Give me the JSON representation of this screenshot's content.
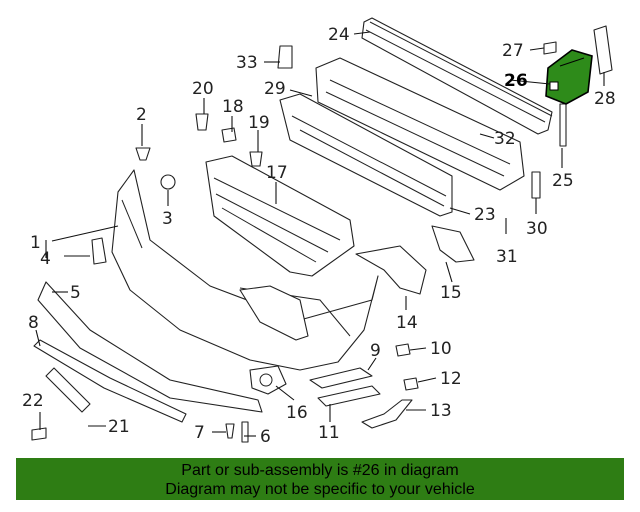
{
  "callouts": {
    "c1": "1",
    "c2": "2",
    "c3": "3",
    "c4": "4",
    "c5": "5",
    "c6": "6",
    "c7": "7",
    "c8": "8",
    "c9": "9",
    "c10": "10",
    "c11": "11",
    "c12": "12",
    "c13": "13",
    "c14": "14",
    "c15": "15",
    "c16": "16",
    "c17": "17",
    "c18": "18",
    "c19": "19",
    "c20": "20",
    "c21": "21",
    "c22": "22",
    "c23": "23",
    "c24": "24",
    "c25": "25",
    "c26": "26",
    "c27": "27",
    "c28": "28",
    "c29": "29",
    "c30": "30",
    "c31": "31",
    "c32": "32",
    "c33": "33"
  },
  "highlight": {
    "color": "#2e8b1a"
  },
  "banner": {
    "line1": "Part or sub-assembly is #26 in diagram",
    "line2": "Diagram may not be specific to your vehicle",
    "background": "#2e7d14"
  }
}
